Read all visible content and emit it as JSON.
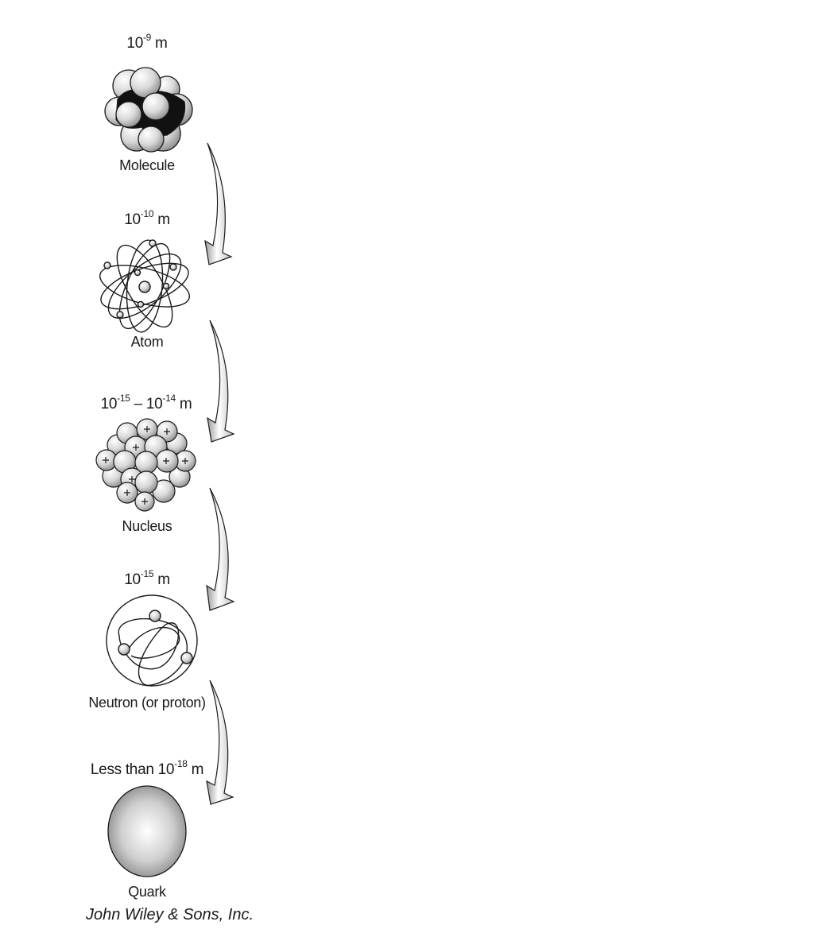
{
  "levels": [
    {
      "name": "Molecule",
      "size_base": "10",
      "size_exp": "-9",
      "size_unit": "m"
    },
    {
      "name": "Atom",
      "size_base": "10",
      "size_exp": "-10",
      "size_unit": "m"
    },
    {
      "name": "Nucleus",
      "size_base1": "10",
      "size_exp1": "-15",
      "size_sep": "– 10",
      "size_exp2": "-14",
      "size_unit": "m"
    },
    {
      "name": "Neutron (or proton)",
      "size_base": "10",
      "size_exp": "-15",
      "size_unit": "m"
    },
    {
      "name": "Quark",
      "size_prefix": "Less than 10",
      "size_exp": "-18",
      "size_unit": "m"
    }
  ],
  "credit": "John Wiley & Sons, Inc.",
  "colors": {
    "ink": "#1a1a1a",
    "sphere_light": "#f2f2f2",
    "sphere_dark": "#9a9a9a"
  }
}
